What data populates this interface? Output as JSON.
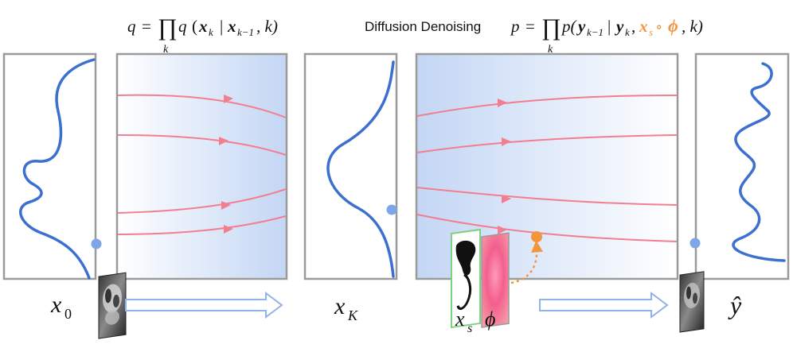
{
  "forward_equation": {
    "lhs": "q",
    "eq": "=",
    "prod": "∏",
    "prod_index": "k",
    "term": "q",
    "lparen": "(",
    "xk": "x",
    "xk_sub": "k",
    "bar": "|",
    "xkm1": "x",
    "xkm1_sub": "k−1",
    "comma_k": ", k)"
  },
  "reverse_title": "Diffusion Denoising",
  "reverse_equation": {
    "lhs": "p",
    "eq": "=",
    "prod": "∏",
    "prod_index": "k",
    "term": "p(",
    "yk1": "y",
    "yk1_sub": "k−1",
    "bar": "|",
    "yk": "y",
    "yk_sub": "k",
    "comma": ",",
    "xs": "x",
    "xs_sub": "s",
    "compose": "∘",
    "phi": "ϕ",
    "tail": ", k)"
  },
  "labels": {
    "x0_main": "x",
    "x0_sub": "0",
    "xK_main": "x",
    "xK_sub": "K",
    "xs_main": "x",
    "xs_sub": "s",
    "phi": "ϕ",
    "yhat": "ŷ"
  },
  "colors": {
    "curve": "#3d6fd0",
    "flow_lines": "#f27e90",
    "gradient_blue": "#c3d6f4",
    "highlight_orange": "#f2963b",
    "frame_gray": "#9a9a9a",
    "block_arrow": "#8fb3ea",
    "mask_border": "#7ed27e"
  },
  "icons": {
    "x0_thumb": "ct-scan-thumbnail",
    "xs_thumb": "binary-mask-thumbnail",
    "phi_thumb": "deformation-field-thumbnail",
    "yhat_thumb": "ct-scan-thumbnail"
  }
}
